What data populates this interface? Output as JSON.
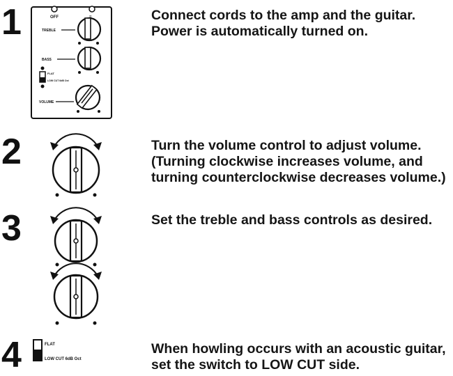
{
  "steps": [
    {
      "number": "1",
      "text": "Connect cords to the amp and the guitar. Power is automatically turned on."
    },
    {
      "number": "2",
      "text": "Turn the volume control to adjust volume. (Turning clockwise increases volume, and turning counterclockwise decreases volume.)"
    },
    {
      "number": "3",
      "text": "Set the treble and bass controls as desired."
    },
    {
      "number": "4",
      "text": "When howling occurs with an acoustic guitar, set the switch to LOW CUT side."
    }
  ],
  "panel_labels": {
    "off": "OFF",
    "treble": "TREBLE",
    "bass": "BASS",
    "flat_small": "FLAT",
    "low_cut_small": "LOW CUT 6dB Oct",
    "volume": "VOLUME"
  },
  "switch_labels": {
    "flat": "FLAT",
    "low_cut": "LOW CUT 6dB Oct"
  }
}
